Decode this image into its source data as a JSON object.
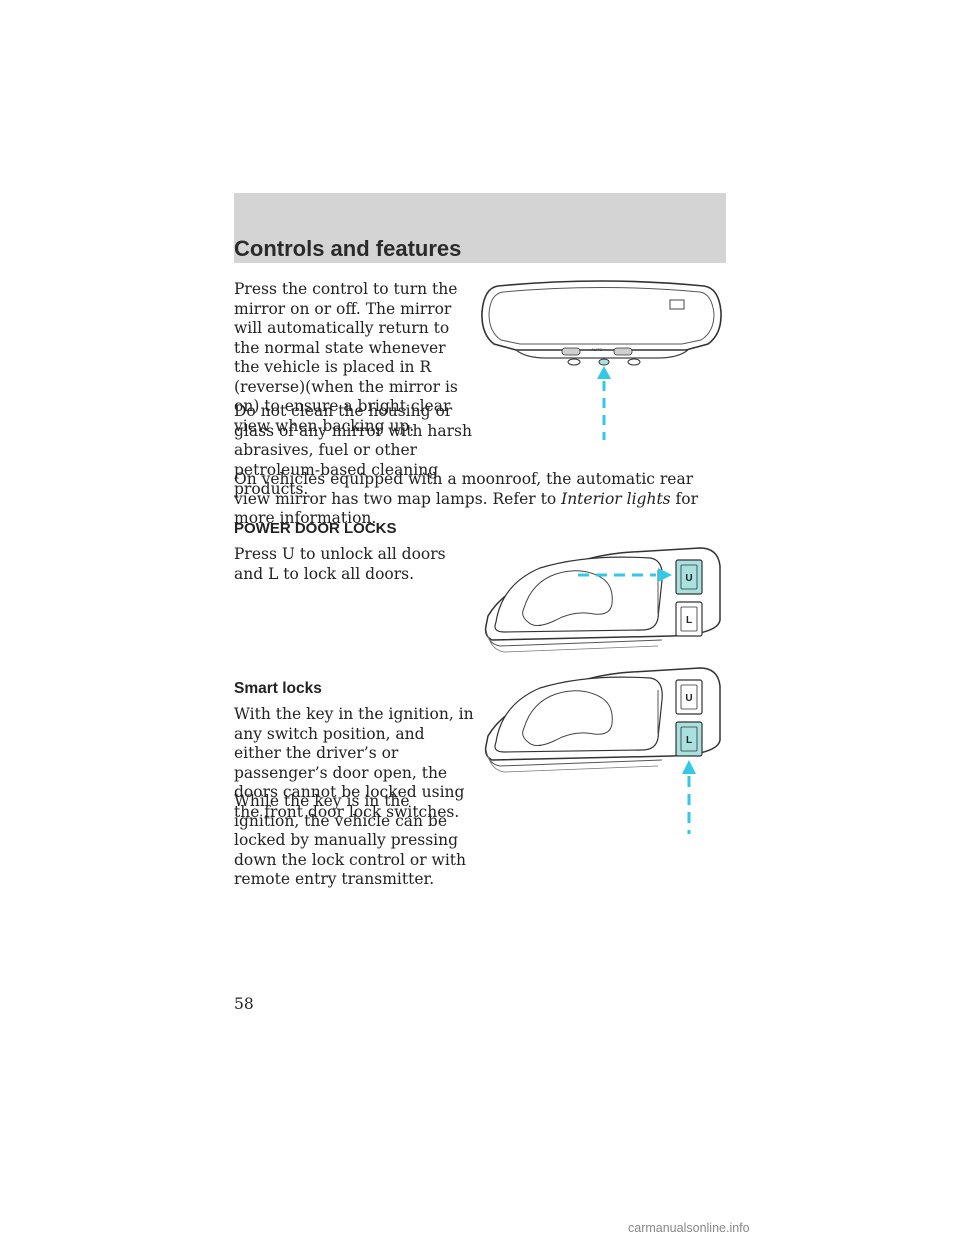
{
  "header": {
    "title": "Controls and features"
  },
  "mirror_section": {
    "paragraph1": "Press the control to turn the mirror on or off. The mirror will automatically return to the normal state whenever the vehicle is placed in R (reverse)(when the mirror is on) to ensure a bright clear view when backing up.",
    "paragraph2": "Do not clean the housing or glass of any mirror with harsh abrasives, fuel or other petroleum-based cleaning products.",
    "paragraph3_before": "On vehicles equipped with a moonroof, the automatic rear view mirror has two map lamps. Refer to ",
    "paragraph3_italic": "Interior lights",
    "paragraph3_after": " for more information.",
    "mirror_label": "AUTO"
  },
  "power_door_locks": {
    "heading": "POWER DOOR LOCKS",
    "paragraph": "Press U to unlock all doors and L to lock all doors.",
    "button_u": "U",
    "button_l": "L"
  },
  "smart_locks": {
    "heading": "Smart locks",
    "paragraph1": "With the key in the ignition, in any switch position, and either the driver’s or passenger’s door open, the doors cannot be locked using the front door lock switches.",
    "paragraph2": "While the key is in the ignition, the vehicle can be locked by manually pressing down the lock control or with remote entry transmitter.",
    "button_u": "U",
    "button_l": "L"
  },
  "page_number": "58",
  "watermark": "carmanualsonline.info",
  "colors": {
    "header_band": "#d4d4d4",
    "highlight": "#a9e1e0",
    "arrow": "#33c8e6"
  }
}
